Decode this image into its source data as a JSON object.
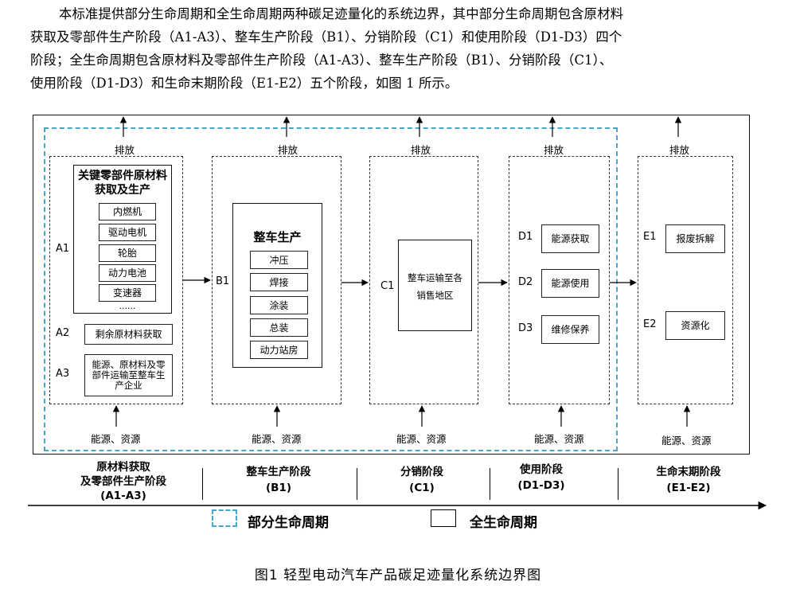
{
  "paragraph": {
    "lines": [
      "本标准提供部分生命周期和全生命周期两种碳足迹量化的系统边界，其中部分生命周期包含原材料",
      "获取及零部件生产阶段（A1-A3）、整车生产阶段（B1）、分销阶段（C1）和使用阶段（D1-D3）四个",
      "阶段；全生命周期包含原材料及零部件生产阶段（A1-A3）、整车生产阶段（B1）、分销阶段（C1）、",
      "使用阶段（D1-D3）和生命末期阶段（E1-E2）五个阶段，如图 1 所示。"
    ]
  },
  "diagram": {
    "emission_label": "排放",
    "input_label": "能源、资源",
    "stage_a": {
      "inner_title": "关键零部件原材料获取及生产",
      "items": [
        "内燃机",
        "驱动电机",
        "轮胎",
        "动力电池",
        "变速器"
      ],
      "ellipsis": "......",
      "labels": [
        "A1",
        "A2",
        "A3"
      ],
      "a2_box": "剩余原材料获取",
      "a3_box": "能源、原材料及零部件运输至整车生产企业"
    },
    "stage_b": {
      "label": "B1",
      "title": "整车生产",
      "items": [
        "冲压",
        "焊接",
        "涂装",
        "总装",
        "动力站房"
      ]
    },
    "stage_c": {
      "label": "C1",
      "box_line1": "整车运输至各",
      "box_line2": "销售地区"
    },
    "stage_d": {
      "labels": [
        "D1",
        "D2",
        "D3"
      ],
      "items": [
        "能源获取",
        "能源使用",
        "维修保养"
      ]
    },
    "stage_e": {
      "labels": [
        "E1",
        "E2"
      ],
      "items": [
        "报废拆解",
        "资源化"
      ]
    }
  },
  "stages": [
    {
      "line1": "原材料获取",
      "line2": "及零部件生产阶段",
      "line3": "(A1-A3)"
    },
    {
      "line1": "整车生产阶段",
      "line2": "(B1)"
    },
    {
      "line1": "分销阶段",
      "line2": "(C1)"
    },
    {
      "line1": "使用阶段",
      "line2": "(D1-D3)"
    },
    {
      "line1": "生命末期阶段",
      "line2": "(E1-E2)"
    }
  ],
  "legend": {
    "partial": "部分生命周期",
    "full": "全生命周期",
    "partial_color": "#4aa6c8"
  },
  "caption": "图1  轻型电动汽车产品碳足迹量化系统边界图"
}
